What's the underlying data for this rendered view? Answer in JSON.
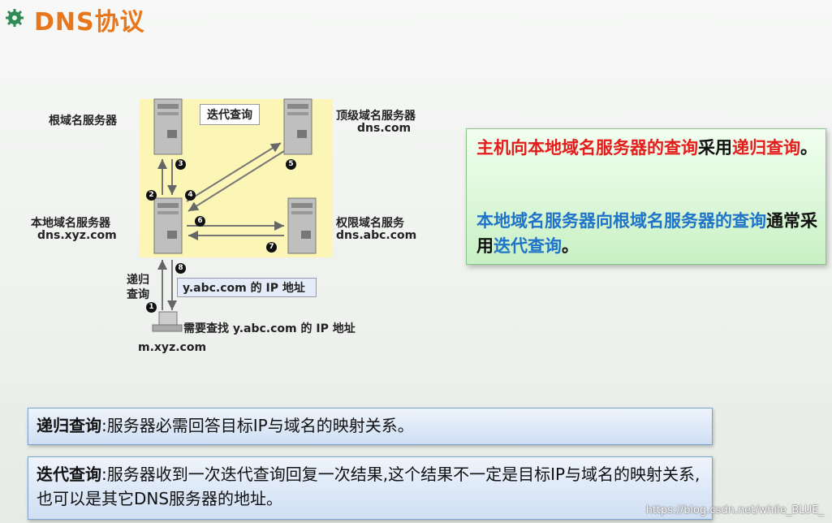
{
  "title": "DNS协议",
  "diagram": {
    "root_server": "根域名服务器",
    "tld_server": "顶级域名服务器",
    "tld_domain": "dns.com",
    "local_server": "本地域名服务器",
    "local_domain": "dns.xyz.com",
    "auth_server": "权限域名服务",
    "auth_domain": "dns.abc.com",
    "iterative_label": "迭代查询",
    "recursive_label_1": "递归",
    "recursive_label_2": "查询",
    "answer_box": "y.abc.com 的 IP 地址",
    "host_query": "需要查找 y.abc.com 的 IP 地址",
    "host_domain": "m.xyz.com",
    "steps": [
      "1",
      "2",
      "3",
      "4",
      "5",
      "6",
      "7",
      "8"
    ]
  },
  "panel": {
    "line1_red": "主机向本地域名服务器的查询",
    "line1_black": "采用",
    "line1_red2": "递归查询",
    "line1_end": "。",
    "line2_blue": "本地域名服务器向根域名服务器的查询",
    "line2_black": "通常采用",
    "line2_blue2": "迭代查询",
    "line2_end": "。"
  },
  "definitions": {
    "recursive_term": "递归查询",
    "recursive_text": ":服务器必需回答目标IP与域名的映射关系。",
    "iterative_term": "迭代查询",
    "iterative_text": ":服务器收到一次迭代查询回复一次结果,这个结果不一定是目标IP与域名的映射关系,也可以是其它DNS服务器的地址。"
  },
  "watermark": "https://blog.csdn.net/while_BLUE_"
}
